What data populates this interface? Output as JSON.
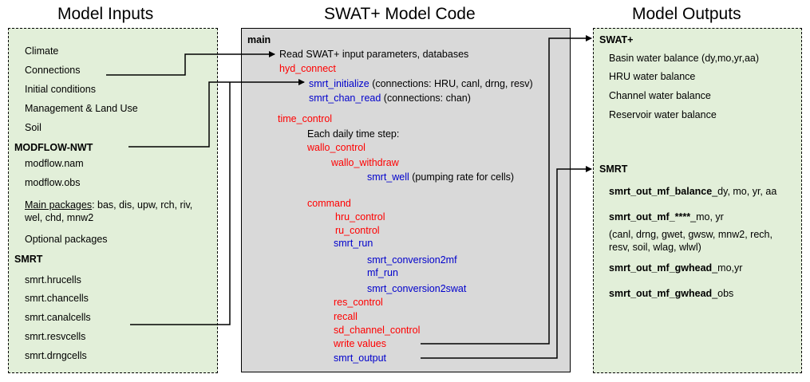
{
  "titles": {
    "inputs": "Model Inputs",
    "code": "SWAT+ Model Code",
    "outputs": "Model Outputs"
  },
  "inputs": {
    "swat_items": [
      "Climate",
      "Connections",
      "Initial conditions",
      "Management & Land Use",
      "Soil"
    ],
    "modflow_header": "MODFLOW-NWT",
    "modflow_items": [
      "modflow.nam",
      "modflow.obs"
    ],
    "main_packages_label": "Main packages",
    "main_packages_line1": ": bas, dis, upw, rch, riv,",
    "main_packages_line2": "wel, chd, mnw2",
    "optional_packages": "Optional packages",
    "smrt_header": "SMRT",
    "smrt_items": [
      "smrt.hrucells",
      "smrt.chancells",
      "smrt.canalcells",
      "smrt.resvcells",
      "smrt.drngcells"
    ]
  },
  "code": {
    "main": "main",
    "read_params": "Read SWAT+ input parameters, databases",
    "hyd_connect": "hyd_connect",
    "smrt_initialize": "smrt_initialize",
    "smrt_initialize_note": " (connections: HRU, canl, drng, resv)",
    "smrt_chan_read": "smrt_chan_read",
    "smrt_chan_read_note": " (connections: chan)",
    "time_control": "time_control",
    "daily_step": "Each daily time step:",
    "wallo_control": "wallo_control",
    "wallo_withdraw": "wallo_withdraw",
    "smrt_well": "smrt_well",
    "smrt_well_note": " (pumping rate for cells)",
    "command": "command",
    "hru_control": "hru_control",
    "ru_control": "ru_control",
    "smrt_run": "smrt_run",
    "smrt_conversion2mf": "smrt_conversion2mf",
    "mf_run": "mf_run",
    "smrt_conversion2swat": "smrt_conversion2swat",
    "res_control": "res_control",
    "recall": "recall",
    "sd_channel_control": "sd_channel_control",
    "write_values": "write values",
    "smrt_output": "smrt_output"
  },
  "outputs": {
    "swat_header": "SWAT+",
    "swat_items": [
      "Basin water balance (dy,mo,yr,aa)",
      "HRU water balance",
      "Channel water balance",
      "Reservoir water balance"
    ],
    "smrt_header": "SMRT",
    "balance_bold": "smrt_out_mf_balance",
    "balance_rest": "_dy, mo, yr, aa",
    "star_bold": "smrt_out_mf_****",
    "star_rest": "_mo, yr",
    "star_note1": "(canl, drng, gwet, gwsw, mnw2, rech,",
    "star_note2": "resv, soil, wlag, wlwl)",
    "gwhead_bold": "smrt_out_mf_gwhead",
    "gwhead_rest": "_mo,yr",
    "gwhead_obs_bold": "smrt_out_mf_gwhead",
    "gwhead_obs_rest": "_obs"
  },
  "colors": {
    "green_panel": "#e2efd9",
    "gray_panel": "#d9d9d9",
    "red_text": "#ff0000",
    "blue_text": "#0000cc"
  }
}
